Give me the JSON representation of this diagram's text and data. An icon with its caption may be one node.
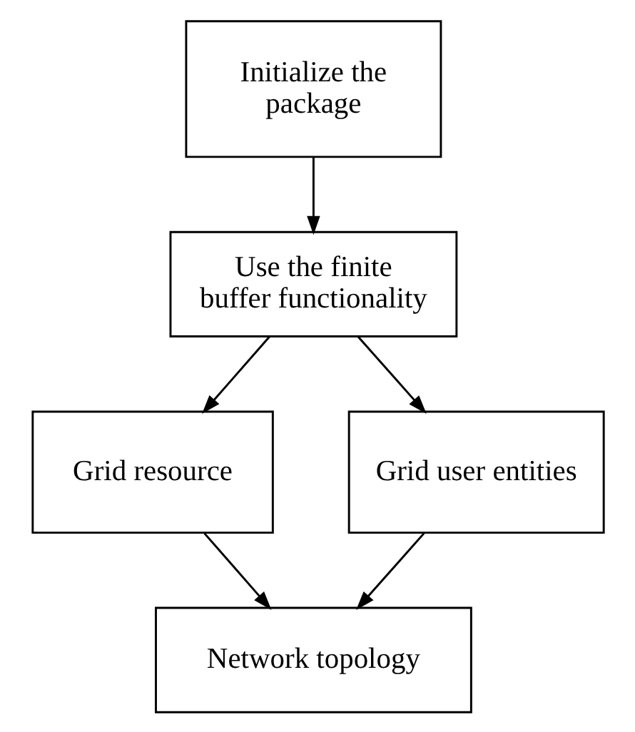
{
  "diagram": {
    "nodes": [
      {
        "text": [
          "Initialize the package"
        ]
      },
      {
        "text": [
          "Use the finite buffer functionality"
        ]
      },
      {
        "text": [
          "Grid resource"
        ]
      },
      {
        "text": [
          "Grid user entities"
        ]
      },
      {
        "text": [
          "Network topology"
        ]
      }
    ],
    "edges": [
      {
        "from": 0,
        "to": 1,
        "arrow": "to"
      },
      {
        "from": 1,
        "to": 2,
        "arrow": "to"
      },
      {
        "from": 1,
        "to": 3,
        "arrow": "to"
      },
      {
        "from": 2,
        "to": 4,
        "arrow": "to"
      },
      {
        "from": 3,
        "to": 4,
        "arrow": "to"
      }
    ]
  }
}
